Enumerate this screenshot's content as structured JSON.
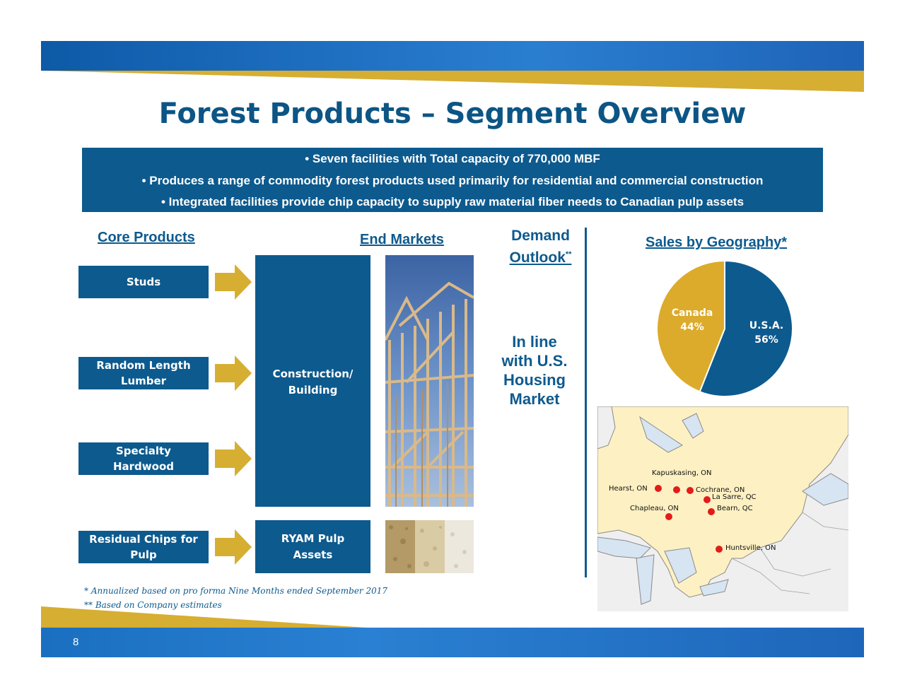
{
  "title": "Forest Products – Segment Overview",
  "bullets": [
    "•  Seven facilities with Total capacity of 770,000 MBF",
    "•  Produces a range of commodity forest products used primarily for residential and commercial construction",
    "•  Integrated facilities provide chip capacity to supply raw material fiber needs to Canadian pulp assets"
  ],
  "headings": {
    "core_products": "Core Products",
    "end_markets": "End Markets",
    "demand_line1": "Demand",
    "demand_line2": "Outlook",
    "demand_sup": "**",
    "sales_geo": "Sales by Geography*"
  },
  "products": [
    {
      "line1": "Studs",
      "line2": ""
    },
    {
      "line1": "Random Length",
      "line2": "Lumber"
    },
    {
      "line1": "Specialty",
      "line2": "Hardwood"
    },
    {
      "line1": "Residual Chips for",
      "line2": "Pulp"
    }
  ],
  "markets": {
    "construction_line1": "Construction/",
    "construction_line2": "Building",
    "pulp_line1": "RYAM Pulp",
    "pulp_line2": "Assets"
  },
  "outlook": [
    "In line",
    "with U.S.",
    "Housing",
    "Market"
  ],
  "chart_data": {
    "type": "pie",
    "title": "Sales by Geography*",
    "slices": [
      {
        "label": "Canada",
        "value": 44,
        "value_label": "44%",
        "color": "#dcab2b"
      },
      {
        "label": "U.S.A.",
        "value": 56,
        "value_label": "56%",
        "color": "#0d5a8e"
      }
    ]
  },
  "map": {
    "locations": [
      "Kapuskasing, ON",
      "Hearst, ON",
      "Cochrane, ON",
      "La Sarre, QC",
      "Chapleau, ON",
      "Bearn, QC",
      "Huntsville, ON"
    ]
  },
  "footnotes": [
    "* Annualized based on pro forma Nine Months ended September 2017",
    "** Based on Company estimates"
  ],
  "page_number": "8",
  "colors": {
    "brand_blue": "#0d5a8e",
    "gold": "#dcab2b",
    "map_land": "#fdf0c2"
  }
}
